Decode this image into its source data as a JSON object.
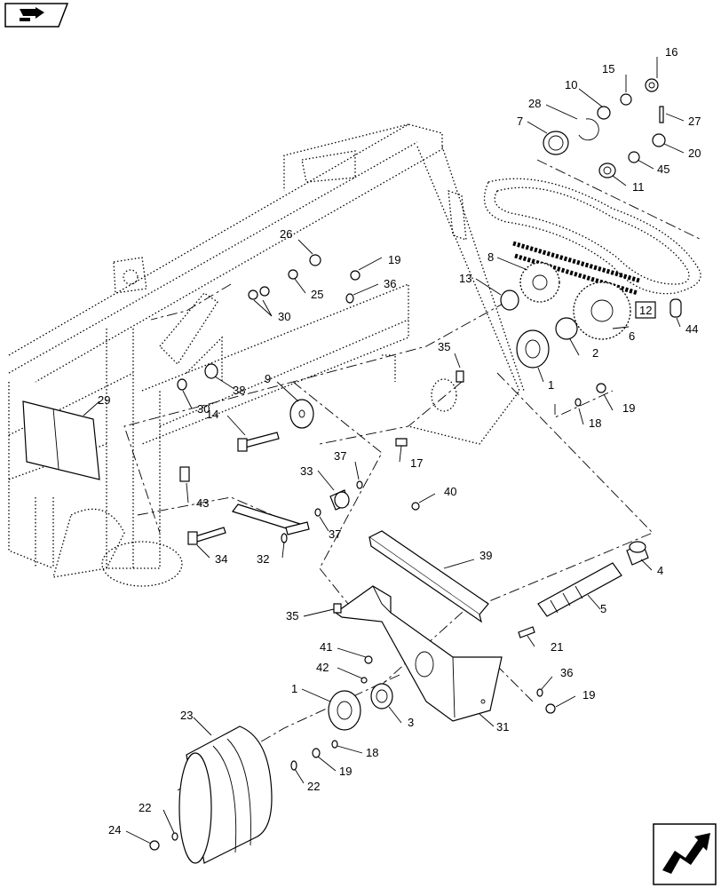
{
  "nav": {
    "top_left_icon": "book-page-icon",
    "bottom_right_icon": "next-page-arrow-icon"
  },
  "callouts": {
    "c1a": "1",
    "c1b": "1",
    "c2": "2",
    "c3": "3",
    "c4": "4",
    "c5": "5",
    "c6": "6",
    "c7": "7",
    "c8": "8",
    "c9": "9",
    "c10": "10",
    "c11": "11",
    "c12": "12",
    "c13": "13",
    "c14": "14",
    "c15": "15",
    "c16": "16",
    "c17": "17",
    "c18a": "18",
    "c18b": "18",
    "c19a": "19",
    "c19b": "19",
    "c19c": "19",
    "c19d": "19",
    "c20": "20",
    "c21": "21",
    "c22a": "22",
    "c22b": "22",
    "c23": "23",
    "c24": "24",
    "c25": "25",
    "c26": "26",
    "c27": "27",
    "c28": "28",
    "c29": "29",
    "c30a": "30",
    "c30b": "30",
    "c31": "31",
    "c32": "32",
    "c33": "33",
    "c34": "34",
    "c35a": "35",
    "c35b": "35",
    "c36a": "36",
    "c36b": "36",
    "c37a": "37",
    "c37b": "37",
    "c38": "38",
    "c39": "39",
    "c40": "40",
    "c41": "41",
    "c42": "42",
    "c43": "43",
    "c44": "44",
    "c45": "45"
  }
}
